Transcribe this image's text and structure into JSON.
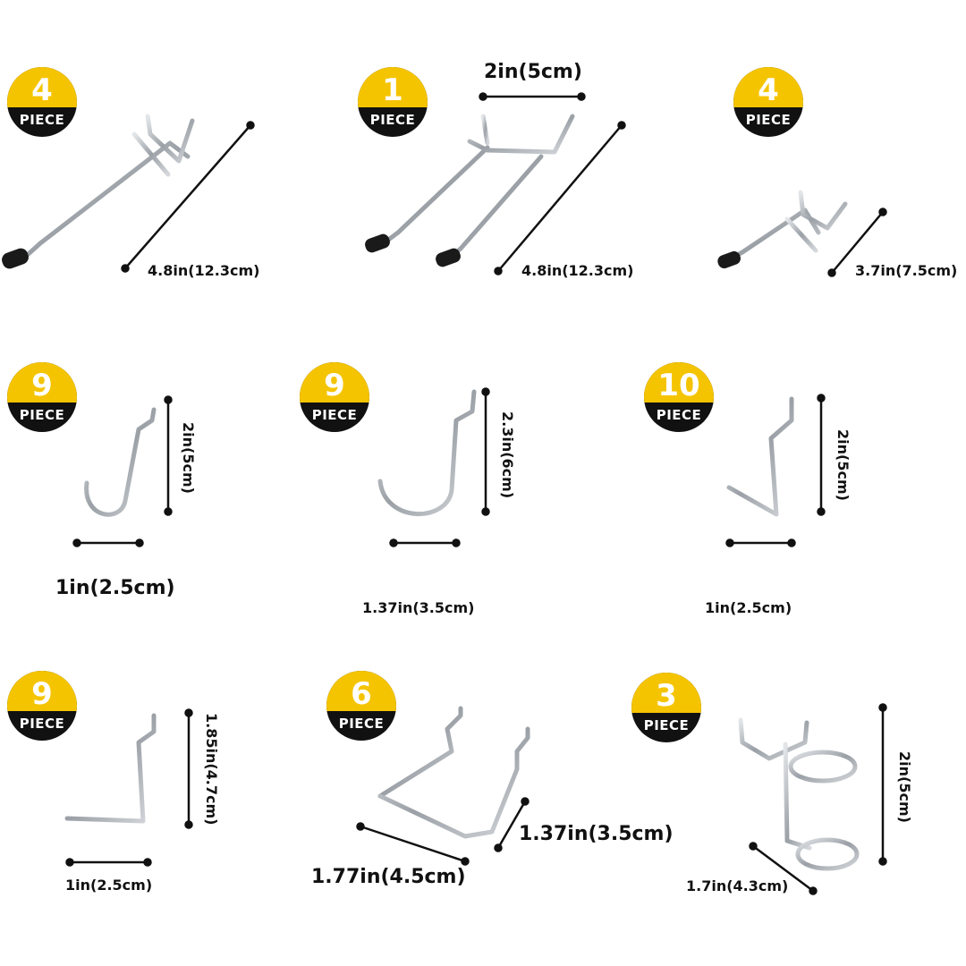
{
  "badge_word": "PIECE",
  "colors": {
    "badge_yellow": "#f5c400",
    "badge_black": "#111111",
    "wire": "#b7bcc2",
    "tip": "#1a1a1a"
  },
  "items": [
    {
      "count": "4",
      "dims": [
        "4.8in(12.3cm)"
      ]
    },
    {
      "count": "1",
      "dims": [
        "2in(5cm)",
        "4.8in(12.3cm)"
      ]
    },
    {
      "count": "4",
      "dims": [
        "3.7in(7.5cm)"
      ]
    },
    {
      "count": "9",
      "dims": [
        "2in(5cm)",
        "1in(2.5cm)"
      ]
    },
    {
      "count": "9",
      "dims": [
        "2.3in(6cm)",
        "1.37in(3.5cm)"
      ]
    },
    {
      "count": "10",
      "dims": [
        "2in(5cm)",
        "1in(2.5cm)"
      ]
    },
    {
      "count": "9",
      "dims": [
        "1.85in(4.7cm)",
        "1in(2.5cm)"
      ]
    },
    {
      "count": "6",
      "dims": [
        "1.37in(3.5cm)",
        "1.77in(4.5cm)"
      ]
    },
    {
      "count": "3",
      "dims": [
        "2in(5cm)",
        "1.7in(4.3cm)"
      ]
    }
  ]
}
